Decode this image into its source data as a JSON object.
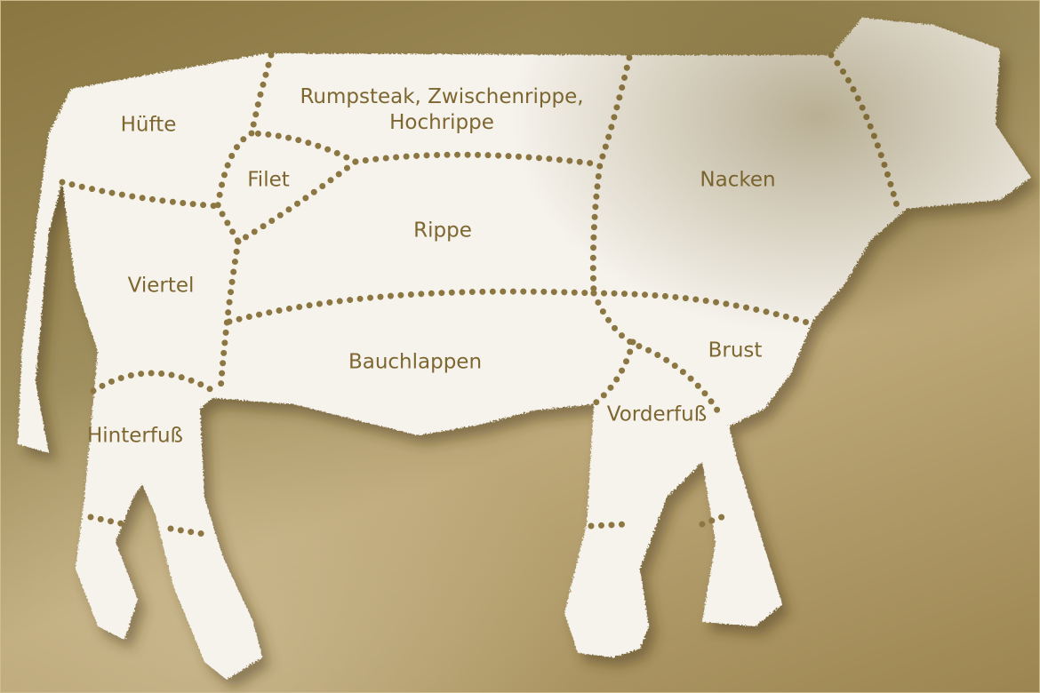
{
  "colors": {
    "background": "#a08f5e",
    "body_fill": "#f6f3ed",
    "cut_lines": "#8c7642",
    "label_text": "#7d6630"
  },
  "cuts": [
    {
      "id": "huefte",
      "label": "Hüfte"
    },
    {
      "id": "rumpsteak",
      "label": "Rumpsteak, Zwischenrippe, Hochrippe"
    },
    {
      "id": "filet",
      "label": "Filet"
    },
    {
      "id": "nacken",
      "label": "Nacken"
    },
    {
      "id": "rippe",
      "label": "Rippe"
    },
    {
      "id": "viertel",
      "label": "Viertel"
    },
    {
      "id": "bauchlappen",
      "label": "Bauchlappen"
    },
    {
      "id": "brust",
      "label": "Brust"
    },
    {
      "id": "hinterfuss",
      "label": "Hinterfuß"
    },
    {
      "id": "vorderfuss",
      "label": "Vorderfuß"
    }
  ]
}
